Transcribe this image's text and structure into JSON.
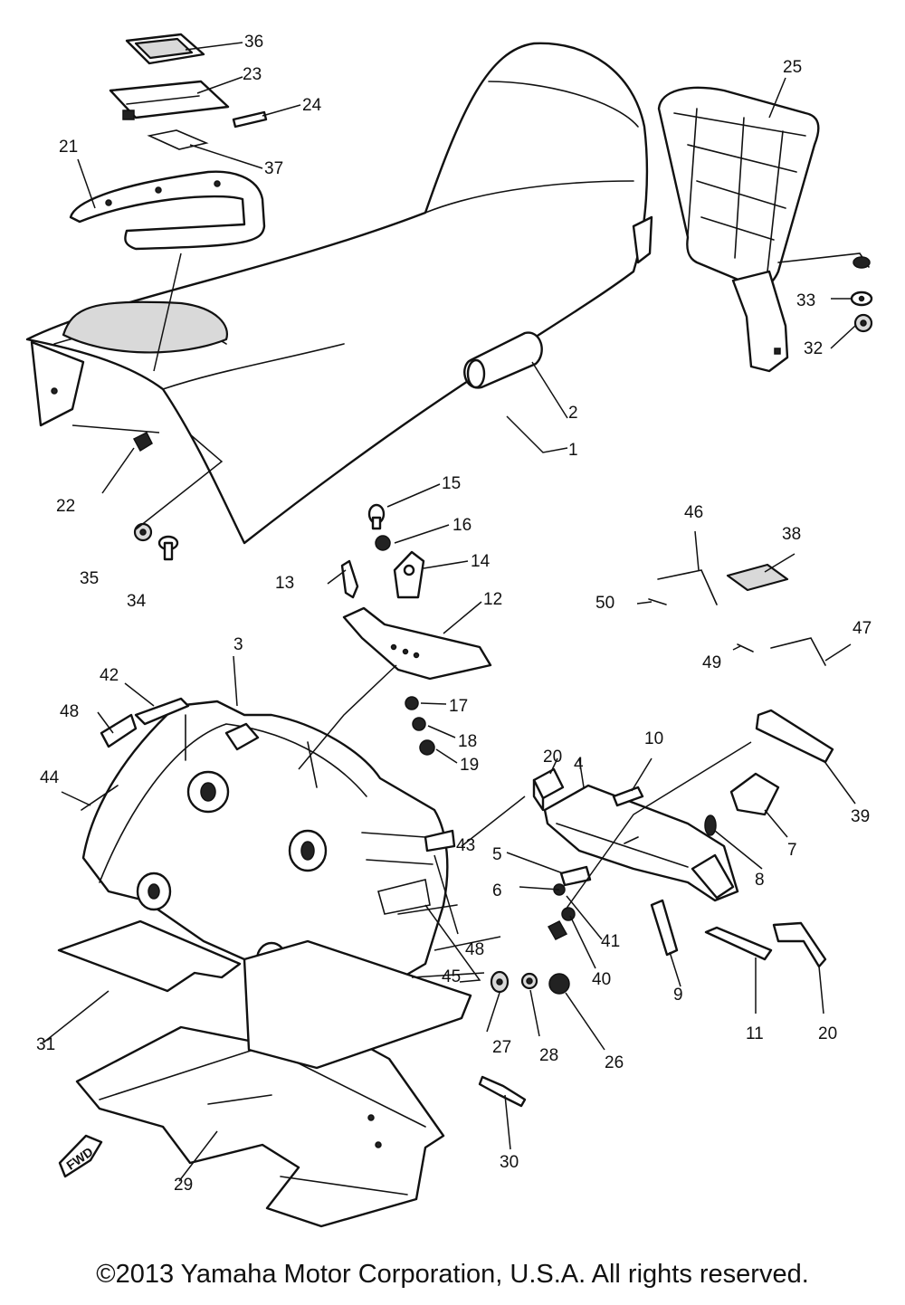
{
  "copyright": "©2013 Yamaha Motor Corporation, U.S.A. All rights reserved.",
  "fwd_label": "FWD",
  "callouts": {
    "p1": "1",
    "p2": "2",
    "p3": "3",
    "p4": "4",
    "p5": "5",
    "p6": "6",
    "p7": "7",
    "p8": "8",
    "p9": "9",
    "p10": "10",
    "p11": "11",
    "p12": "12",
    "p13": "13",
    "p14": "14",
    "p15": "15",
    "p16": "16",
    "p17": "17",
    "p18": "18",
    "p19": "19",
    "p20a": "20",
    "p20b": "20",
    "p21": "21",
    "p22": "22",
    "p23": "23",
    "p24": "24",
    "p25": "25",
    "p26": "26",
    "p27": "27",
    "p28": "28",
    "p29": "29",
    "p30": "30",
    "p31": "31",
    "p32": "32",
    "p33": "33",
    "p34": "34",
    "p35": "35",
    "p36": "36",
    "p37": "37",
    "p38": "38",
    "p39": "39",
    "p40": "40",
    "p41": "41",
    "p42": "42",
    "p43": "43",
    "p44": "44",
    "p45": "45",
    "p46": "46",
    "p47": "47",
    "p48a": "48",
    "p48b": "48",
    "p49": "49",
    "p50": "50"
  }
}
